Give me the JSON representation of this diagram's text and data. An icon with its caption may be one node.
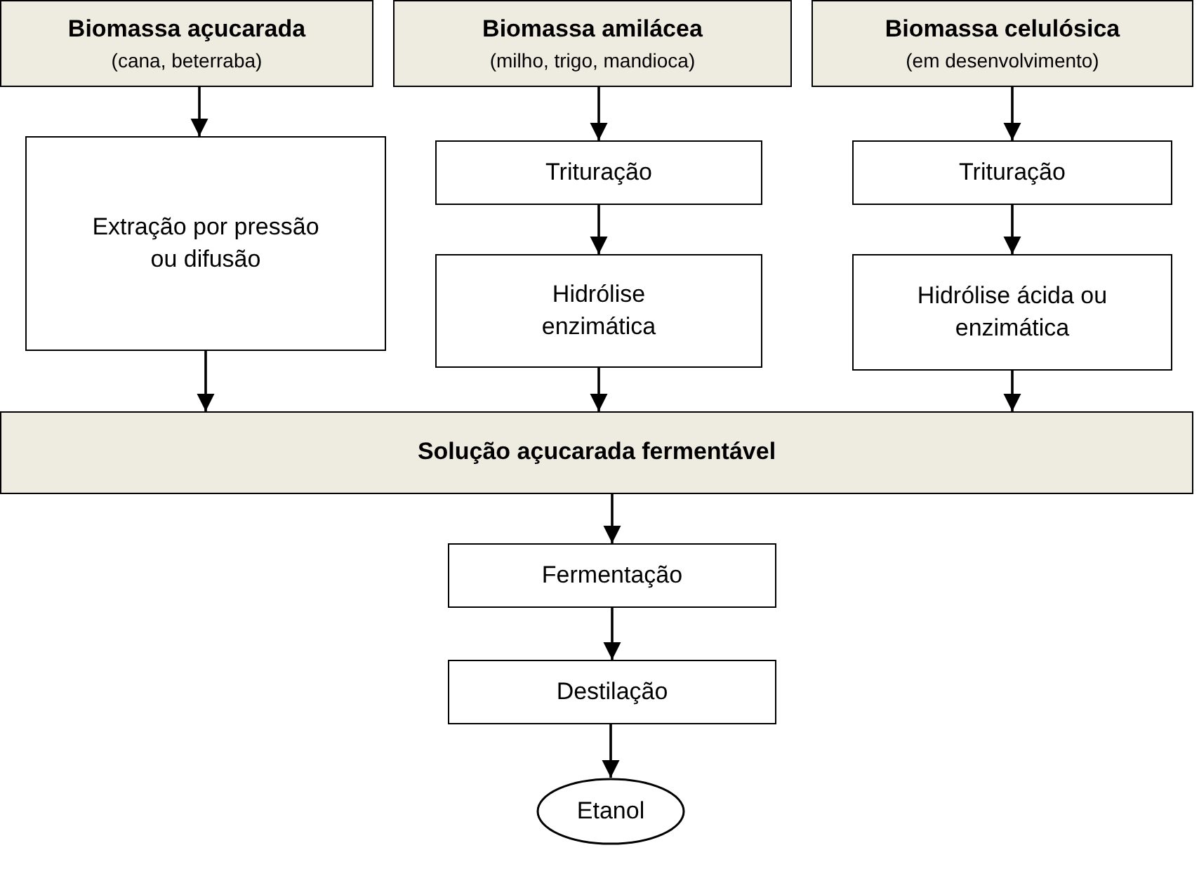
{
  "diagram": {
    "nodes": [
      {
        "text": [
          "Biomassa açucarada",
          "(cana, beterraba)"
        ]
      },
      {
        "text": [
          "Biomassa amilácea",
          "(milho, trigo, mandioca)"
        ]
      },
      {
        "text": [
          "Biomassa celulósica",
          "(em desenvolvimento)"
        ]
      },
      {
        "text": [
          "Extração por pressão ou difusão"
        ]
      },
      {
        "text": [
          "Trituração"
        ]
      },
      {
        "text": [
          "Hidrólise enzimática"
        ]
      },
      {
        "text": [
          "Trituração"
        ]
      },
      {
        "text": [
          "Hidrólise ácida ou enzimática"
        ]
      },
      {
        "text": [
          "Solução açucarada fermentável"
        ]
      },
      {
        "text": [
          "Fermentação"
        ]
      },
      {
        "text": [
          "Destilação"
        ]
      },
      {
        "text": [
          "Etanol"
        ]
      }
    ],
    "edges": [
      {
        "from": 0,
        "to": 3,
        "arrow": "to"
      },
      {
        "from": 1,
        "to": 4,
        "arrow": "to"
      },
      {
        "from": 4,
        "to": 5,
        "arrow": "to"
      },
      {
        "from": 2,
        "to": 6,
        "arrow": "to"
      },
      {
        "from": 6,
        "to": 7,
        "arrow": "to"
      },
      {
        "from": 3,
        "to": 8,
        "arrow": "to"
      },
      {
        "from": 5,
        "to": 8,
        "arrow": "to"
      },
      {
        "from": 7,
        "to": 8,
        "arrow": "to"
      },
      {
        "from": 8,
        "to": 9,
        "arrow": "to"
      },
      {
        "from": 9,
        "to": 10,
        "arrow": "to"
      },
      {
        "from": 10,
        "to": 11,
        "arrow": "to"
      }
    ]
  }
}
